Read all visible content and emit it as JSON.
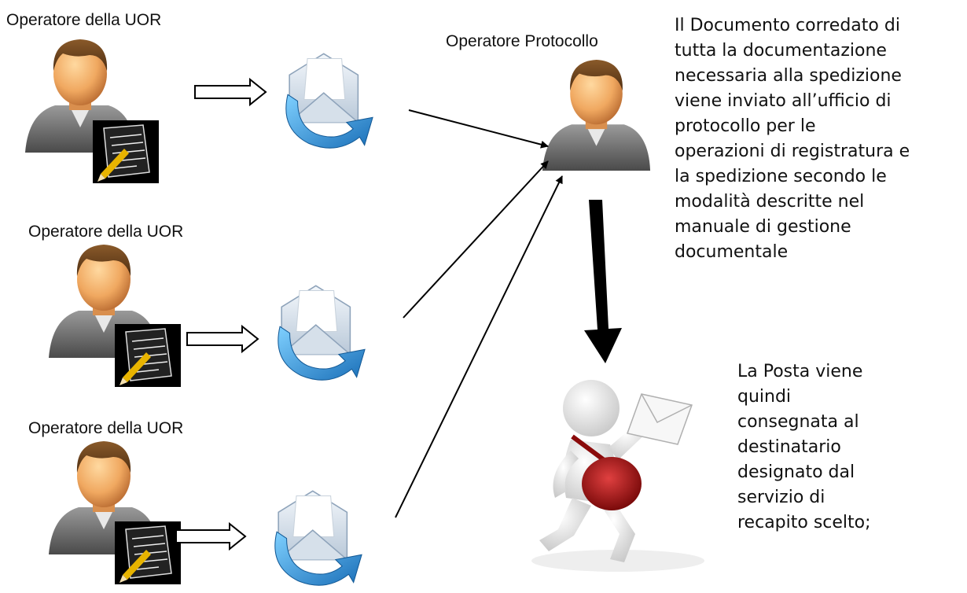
{
  "operators": [
    {
      "label": "Operatore della UOR"
    },
    {
      "label": "Operatore della UOR"
    },
    {
      "label": "Operatore della UOR"
    }
  ],
  "protocol": {
    "label": "Operatore Protocollo"
  },
  "descriptions": {
    "protocol_step": "Il Documento corredato di\ntutta la documentazione\nnecessaria alla spedizione\nviene inviato all’ufficio di\nprotocollo per le\noperazioni di registratura e\nla spedizione secondo le\nmodalità descritte nel\nmanuale di gestione\ndocumentale",
    "delivery_step": "La Posta viene\nquindi\nconsegnata al\ndestinatario\ndesignato dal\nservizio di\nrecapito scelto;"
  },
  "icons": {
    "person": "user-icon",
    "document": "document-pen-icon",
    "mail": "mail-sync-icon",
    "mailman": "mailman-icon"
  }
}
